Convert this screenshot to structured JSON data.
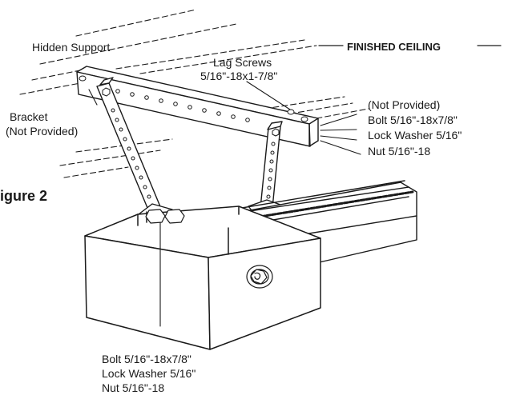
{
  "labels": {
    "hidden_support": "Hidden Support",
    "finished_ceiling": "FINISHED CEILING",
    "lag_screws_line1": "Lag Screws",
    "lag_screws_line2": "5/16\"-18x1-7/8\"",
    "bracket_line1": "Bracket",
    "bracket_line2": "(Not Provided)",
    "not_provided": "(Not Provided)",
    "bolt_right": "Bolt 5/16\"-18x7/8\"",
    "lock_washer_right": "Lock Washer 5/16\"",
    "nut_right": "Nut 5/16\"-18",
    "figure": "igure 2",
    "bolt_bottom": "Bolt 5/16\"-18x7/8\"",
    "lock_washer_bottom": "Lock Washer 5/16\"",
    "nut_bottom": "Nut 5/16\"-18"
  }
}
